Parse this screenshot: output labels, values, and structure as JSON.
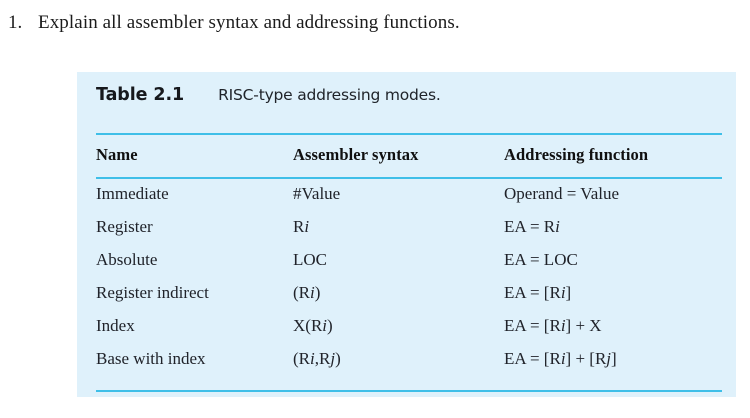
{
  "question": {
    "marker": "1.",
    "text": "Explain all assembler syntax and addressing functions."
  },
  "table": {
    "caption_label": "Table 2.1",
    "caption_text": "RISC-type addressing modes.",
    "colors": {
      "panel_background": "#dff1fb",
      "rule": "#3fbfe8",
      "text": "#20232a",
      "page_background": "#ffffff"
    },
    "columns": [
      "Name",
      "Assembler syntax",
      "Addressing function"
    ],
    "rows": [
      {
        "name": "Immediate",
        "syntax_pre": "#Value",
        "syntax_ital": "",
        "syntax_post": "",
        "func_pre": "Operand = Value",
        "func_ital": "",
        "func_post": ""
      },
      {
        "name": "Register",
        "syntax_pre": "R",
        "syntax_ital": "i",
        "syntax_post": "",
        "func_pre": "EA = R",
        "func_ital": "i",
        "func_post": ""
      },
      {
        "name": "Absolute",
        "syntax_pre": "LOC",
        "syntax_ital": "",
        "syntax_post": "",
        "func_pre": "EA = LOC",
        "func_ital": "",
        "func_post": ""
      },
      {
        "name": "Register indirect",
        "syntax_pre": "(R",
        "syntax_ital": "i",
        "syntax_post": ")",
        "func_pre": "EA = [R",
        "func_ital": "i",
        "func_post": "]"
      },
      {
        "name": "Index",
        "syntax_pre": "X(R",
        "syntax_ital": "i",
        "syntax_post": ")",
        "func_pre": "EA = [R",
        "func_ital": "i",
        "func_post": "] + X"
      },
      {
        "name": "Base with index",
        "syntax_pre": "(R",
        "syntax_ital": "i",
        "syntax_post": ",R",
        "syntax_ital2": "j",
        "syntax_post2": ")",
        "func_pre": "EA = [R",
        "func_ital": "i",
        "func_post": "] + [R",
        "func_ital2": "j",
        "func_post2": "]"
      }
    ]
  }
}
